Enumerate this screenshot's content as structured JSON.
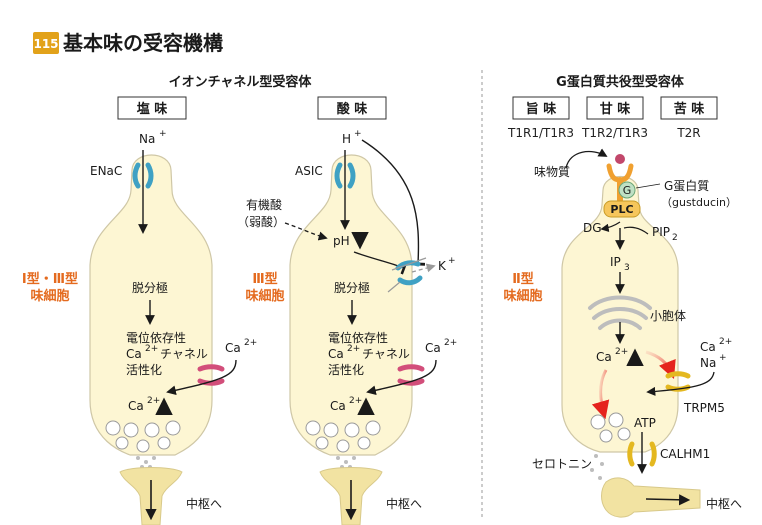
{
  "title": {
    "badge": "115",
    "text": "基本味の受容機構"
  },
  "sections": {
    "ion_channel": "イオンチャネル型受容体",
    "g_protein": "G蛋白質共役型受容体"
  },
  "salt_cell": {
    "box": "塩 味",
    "ion": "Na",
    "ion_charge": "+",
    "channel": "ENaC",
    "cell_type_line1": "Ⅰ型・Ⅲ型",
    "cell_type_line2": "味細胞",
    "depolarization": "脱分極",
    "vg_line1": "電位依存性",
    "vg_line2_ion": "Ca",
    "vg_line2_charge": "2+",
    "vg_line2_rest": "チャネル",
    "vg_line3": "活性化",
    "ca_outside": "Ca",
    "ca_outside_charge": "2+",
    "ca_inside": "Ca",
    "ca_inside_charge": "2+",
    "to_center": "中枢へ"
  },
  "sour_cell": {
    "box": "酸 味",
    "ion": "H",
    "ion_charge": "+",
    "channel": "ASIC",
    "organic_acid_line1": "有機酸",
    "organic_acid_line2": "（弱酸）",
    "ph": "pH",
    "k_ion": "K",
    "k_charge": "+",
    "cell_type_line1": "Ⅲ型",
    "cell_type_line2": "味細胞",
    "depolarization": "脱分極",
    "vg_line1": "電位依存性",
    "vg_line2_ion": "Ca",
    "vg_line2_charge": "2+",
    "vg_line2_rest": "チャネル",
    "vg_line3": "活性化",
    "ca_outside": "Ca",
    "ca_outside_charge": "2+",
    "ca_inside": "Ca",
    "ca_inside_charge": "2+",
    "to_center": "中枢へ"
  },
  "gpcr_cell": {
    "boxes": [
      "旨 味",
      "甘 味",
      "苦 味"
    ],
    "receptors": [
      "T1R1/T1R3",
      "T1R2/T1R3",
      "T2R"
    ],
    "tastant": "味物質",
    "g_letter": "G",
    "g_protein_label": "G蛋白質",
    "gustducin": "（gustducin）",
    "plc": "PLC",
    "dg": "DG",
    "pip": "PIP",
    "pip_sub": "2",
    "ip": "IP",
    "ip_sub": "3",
    "er": "小胞体",
    "ca_up": "Ca",
    "ca_up_charge": "2+",
    "ext_ca": "Ca",
    "ext_ca_charge": "2+",
    "ext_na": "Na",
    "ext_na_charge": "+",
    "trpm5": "TRPM5",
    "atp": "ATP",
    "calhm1": "CALHM1",
    "cell_type_line1": "Ⅱ型",
    "cell_type_line2": "味細胞",
    "serotonin": "セロトニン",
    "to_center": "中枢へ"
  },
  "colors": {
    "badge": "#e2a21a",
    "cell_fill": "#fdf6d3",
    "cell_stroke": "#cfc7a6",
    "nerve_fill": "#f2e3a2",
    "orange_label": "#e46a1e",
    "channel_blue": "#3fa1c4",
    "channel_pink": "#d24e7a",
    "channel_yellow": "#e4b820",
    "receptor_orange": "#f0a030",
    "plc_fill": "#f6c65b",
    "g_fill": "#bfe0c4",
    "red_arrow": "#e5231d"
  }
}
